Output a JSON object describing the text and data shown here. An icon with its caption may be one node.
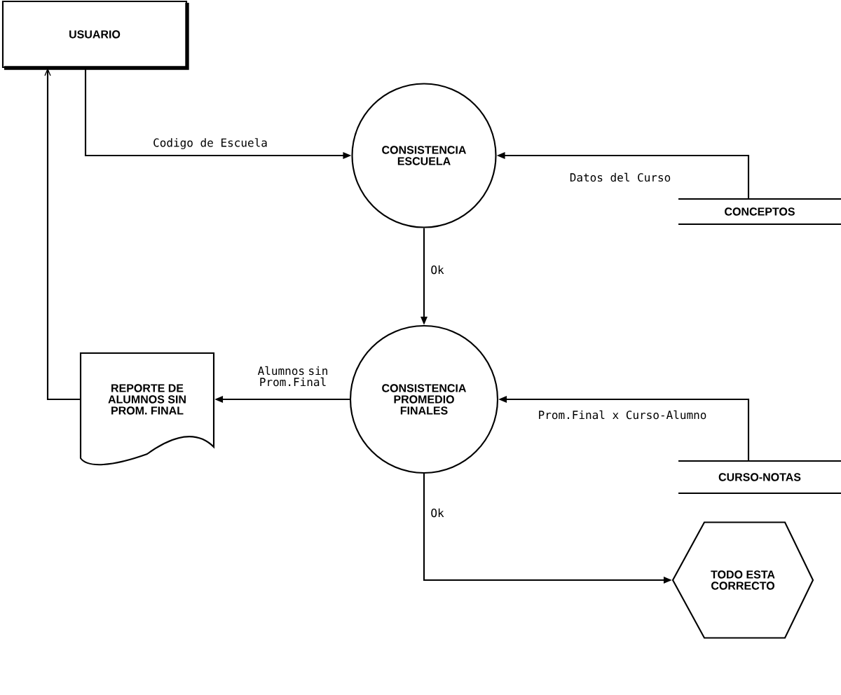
{
  "diagram": {
    "nodes": [
      {
        "text": [
          "USUARIO"
        ]
      },
      {
        "text": [
          "CONSISTENCIA ESCUELA"
        ]
      },
      {
        "text": [
          "CONCEPTOS"
        ]
      },
      {
        "text": [
          "CONSISTENCIA PROMEDIO FINALES"
        ]
      },
      {
        "text": [
          "REPORTE DE ALUMNOS SIN PROM. FINAL"
        ]
      },
      {
        "text": [
          "CURSO-NOTAS"
        ]
      },
      {
        "text": [
          "TODO ESTA CORRECTO"
        ]
      }
    ],
    "edges": [
      {
        "from": 0,
        "to": 1,
        "arrow": "to",
        "label": "Codigo de Escuela"
      },
      {
        "from": 2,
        "to": 1,
        "arrow": "to",
        "label": "Datos del Curso"
      },
      {
        "from": 1,
        "to": 3,
        "arrow": "to",
        "label": "Ok"
      },
      {
        "from": 3,
        "to": 4,
        "arrow": "to",
        "label": "Alumnos sin Prom.Final"
      },
      {
        "from": 4,
        "to": 0,
        "arrow": "to"
      },
      {
        "from": 5,
        "to": 3,
        "arrow": "to",
        "label": "Prom.Final x Curso-Alumno"
      },
      {
        "from": 3,
        "to": 6,
        "arrow": "to",
        "label": "Ok"
      }
    ]
  }
}
